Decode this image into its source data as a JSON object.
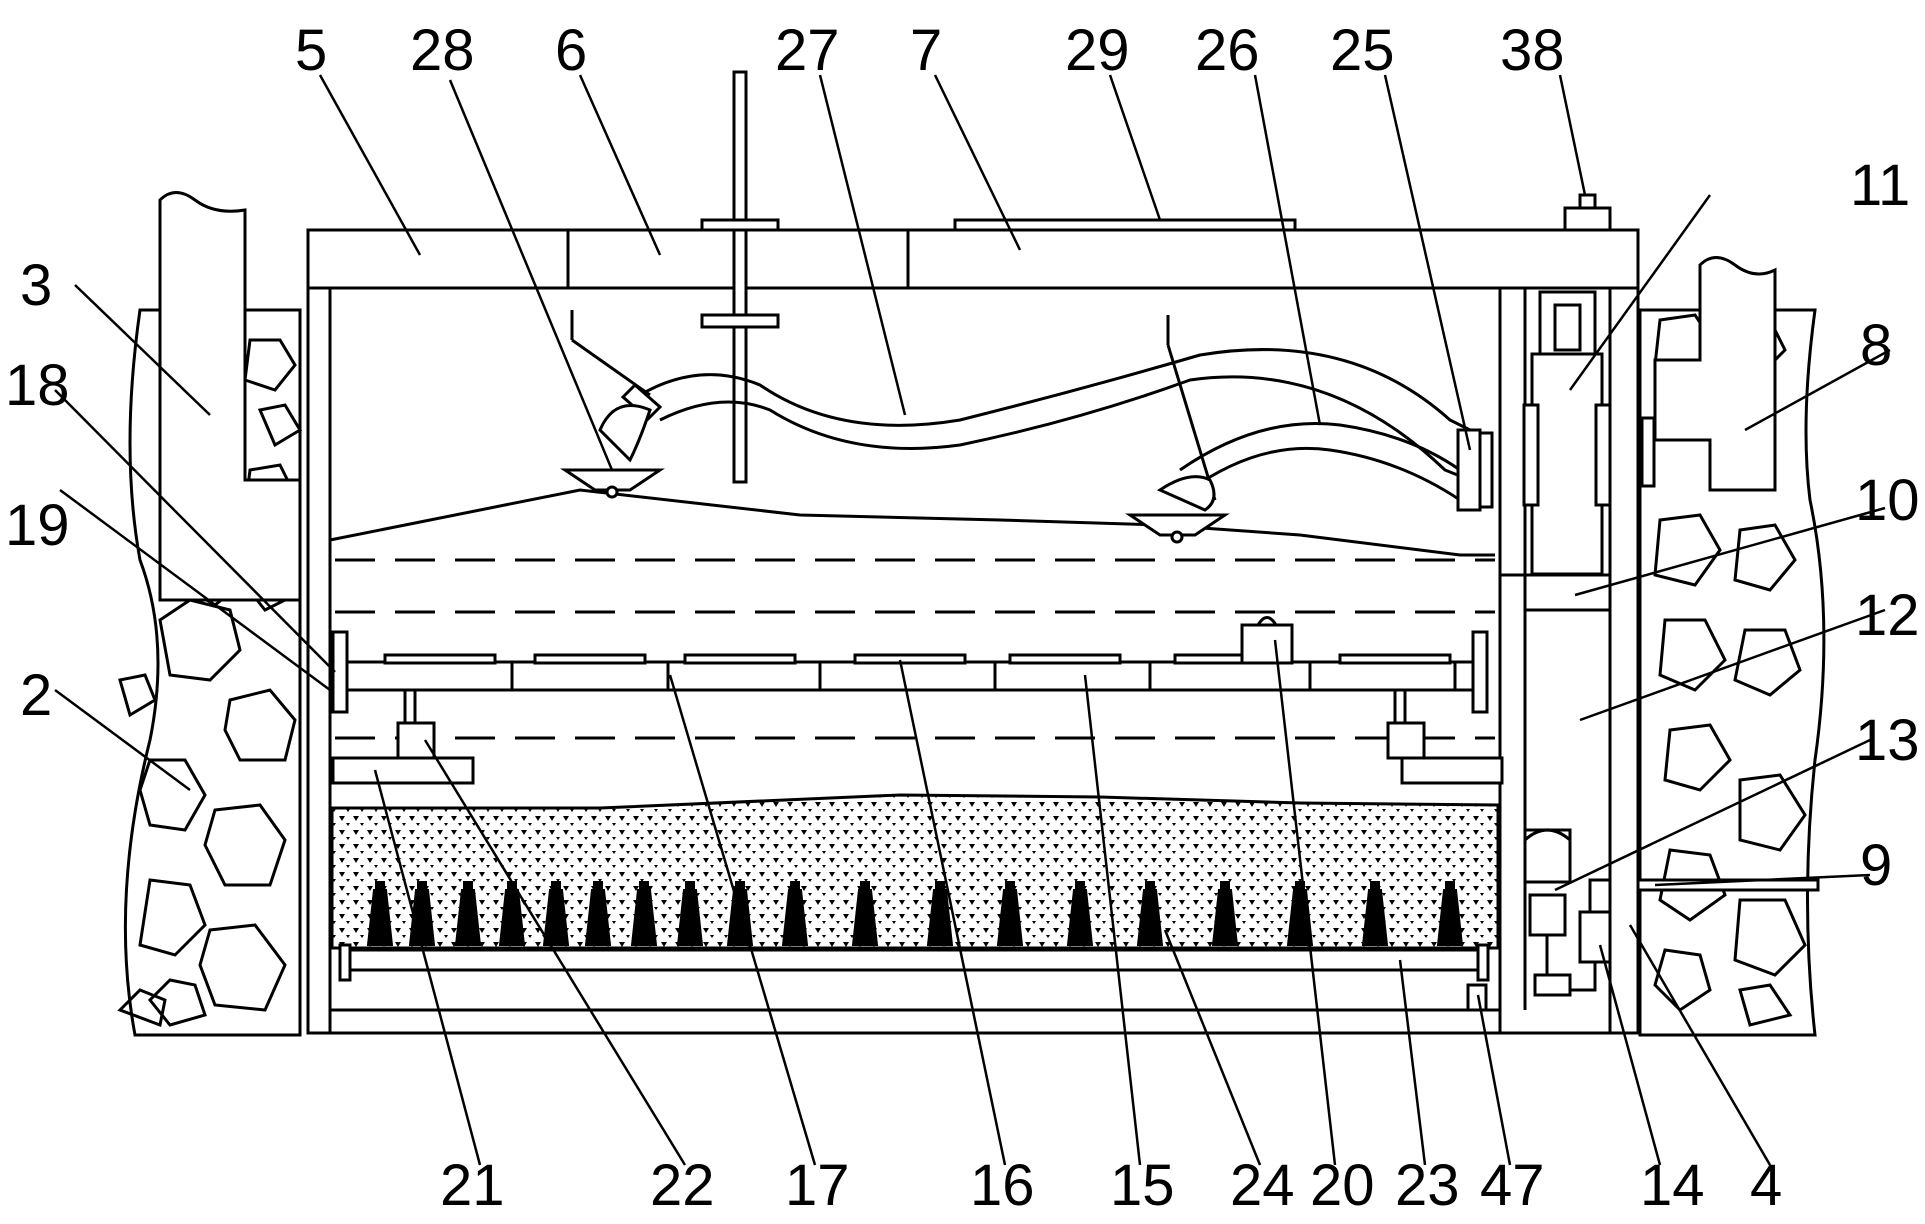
{
  "colors": {
    "stroke": "#000000",
    "paper": "#ffffff"
  },
  "labels": {
    "l5": "5",
    "l28": "28",
    "l6": "6",
    "l27": "27",
    "l7": "7",
    "l29": "29",
    "l26": "26",
    "l25": "25",
    "l38": "38",
    "l11": "11",
    "l3": "3",
    "l8": "8",
    "l18": "18",
    "l10": "10",
    "l19": "19",
    "l12": "12",
    "l2": "2",
    "l13": "13",
    "l9": "9",
    "l21": "21",
    "l22": "22",
    "l17": "17",
    "l16": "16",
    "l15": "15",
    "l24": "24",
    "l20": "20",
    "l23": "23",
    "l47": "47",
    "l14": "14",
    "l4": "4"
  }
}
